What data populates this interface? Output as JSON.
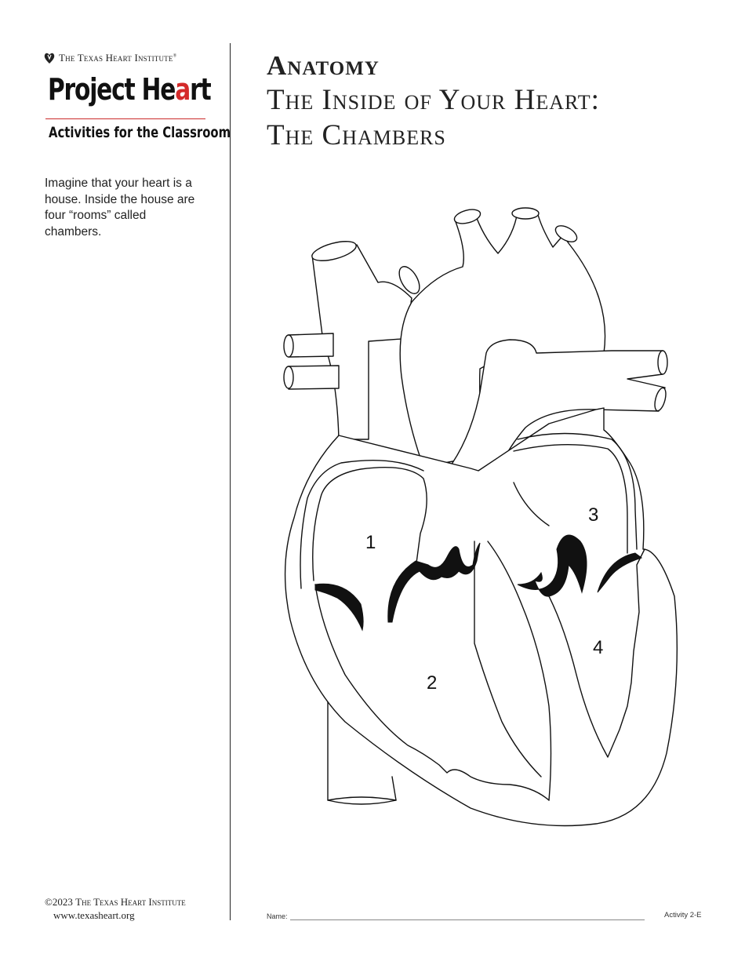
{
  "header": {
    "institute": "The Texas Heart Institute",
    "trademark": "®",
    "program_title": "Project Heart",
    "program_subtitle": "Activities for the Classroom"
  },
  "sidebar": {
    "intro_text": "Imagine that your heart is a house. Inside the house are four “rooms” called chambers."
  },
  "title": {
    "kicker": "Anatomy",
    "line1": "The Inside of Your Heart:",
    "line2": "The Chambers"
  },
  "diagram": {
    "chamber_labels": [
      "1",
      "2",
      "3",
      "4"
    ]
  },
  "footer": {
    "copyright_year": "©2023",
    "copyright_owner": "The Texas Heart Institute",
    "website": "www.texasheart.org",
    "name_label": "Name:",
    "activity_id": "Activity 2-E"
  }
}
